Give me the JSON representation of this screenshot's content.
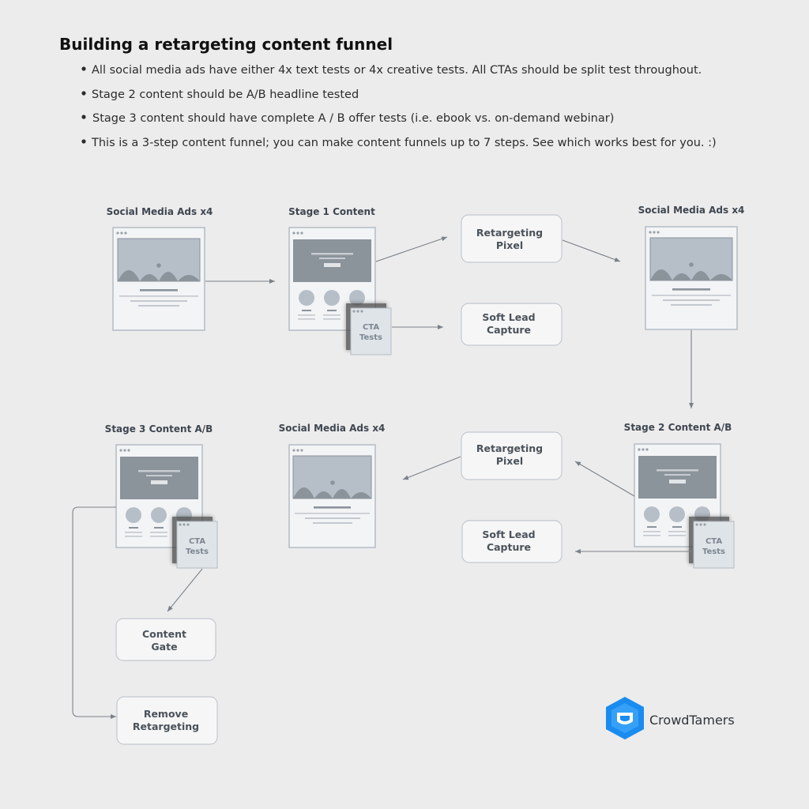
{
  "title": "Building a retargeting content funnel",
  "bullets": [
    "All social media ads have either 4x text tests or 4x creative tests.  All CTAs should be split test throughout.",
    "Stage 2 content should be A/B headline tested",
    "Stage 3 content should have complete A / B offer tests (i.e. ebook vs. on-demand webinar)",
    "This is a 3-step content funnel; you can make content funnels up to 7 steps. See which works best for you. :)"
  ],
  "labels": {
    "social_1": "Social Media Ads x4",
    "stage1": "Stage 1 Content",
    "social_2": "Social Media Ads x4",
    "stage3": "Stage 3 Content A/B",
    "social_3": "Social Media Ads x4",
    "stage2": "Stage 2 Content A/B"
  },
  "nodes": {
    "retargeting_pixel_1": [
      "Retargeting",
      "Pixel"
    ],
    "soft_lead_1": [
      "Soft Lead",
      "Capture"
    ],
    "retargeting_pixel_2": [
      "Retargeting",
      "Pixel"
    ],
    "soft_lead_2": [
      "Soft Lead",
      "Capture"
    ],
    "content_gate": [
      "Content",
      "Gate"
    ],
    "remove_retargeting": [
      "Remove",
      "Retargeting"
    ]
  },
  "cta": [
    "CTA",
    "Tests"
  ],
  "brand": {
    "name": "CrowdTamers",
    "color": "#1a8cef"
  },
  "colors": {
    "background": "#ececec",
    "card_fill": "#f6f6f6",
    "card_border": "#c3c9cf",
    "image_fill": "#b6bfc8",
    "hero_fill": "#8b939b",
    "arrow": "#7b8188"
  }
}
